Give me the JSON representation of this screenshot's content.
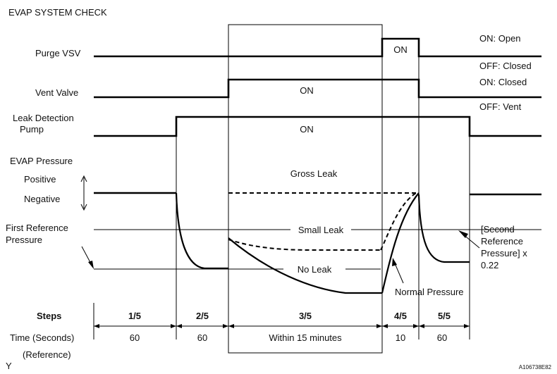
{
  "title": "EVAP SYSTEM CHECK",
  "signals": {
    "purge_vsv": {
      "label": "Purge VSV",
      "on_label": "ON",
      "state_on": "ON: Open",
      "state_off": "OFF: Closed"
    },
    "vent_valve": {
      "label": "Vent Valve",
      "on_label": "ON",
      "state_on": "ON: Closed",
      "state_off": "OFF: Vent"
    },
    "leak_pump": {
      "label_line1": "Leak Detection",
      "label_line2": "Pump",
      "on_label": "ON"
    }
  },
  "pressure": {
    "label": "EVAP Pressure",
    "positive": "Positive",
    "negative": "Negative",
    "first_ref_line1": "First Reference",
    "first_ref_line2": "Pressure",
    "gross_leak": "Gross Leak",
    "small_leak": "Small Leak",
    "no_leak": "No Leak",
    "normal_pressure": "Normal Pressure",
    "second_ref_line1": "[Second",
    "second_ref_line2": "Reference",
    "second_ref_line3": "Pressure] x",
    "second_ref_line4": "0.22"
  },
  "table": {
    "steps_label": "Steps",
    "time_label": "Time (Seconds)",
    "reference_label": "(Reference)",
    "steps": [
      "1/5",
      "2/5",
      "3/5",
      "4/5",
      "5/5"
    ],
    "times": [
      "60",
      "60",
      "Within 15 minutes",
      "10",
      "60"
    ]
  },
  "corner_mark": "Y",
  "figure_id": "A106738E82"
}
